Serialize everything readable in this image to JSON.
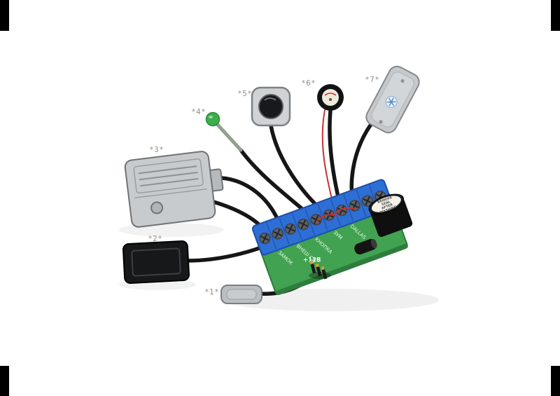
{
  "components": [
    {
      "label": "*1*"
    },
    {
      "label": "*2*"
    },
    {
      "label": "*3*"
    },
    {
      "label": "*4*"
    },
    {
      "label": "*5*"
    },
    {
      "label": "*6*"
    },
    {
      "label": "*7*"
    }
  ],
  "board": {
    "terminal_labels": [
      "ЗАМОК",
      "ВНЕШ СД",
      "КНОПКА",
      "ЗУМ",
      "DALLAS"
    ],
    "power_label": "+12В",
    "capacitor_sticker_lines": [
      "REMOVE",
      "SEAL",
      "AFTER",
      "WASHING"
    ]
  },
  "colors": {
    "background": "#ffffff",
    "wire_black": "#161616",
    "wire_red": "#c83232",
    "board_green": "#41a251",
    "board_edge": "#2c7a3a",
    "terminal_blue": "#2e6fd6",
    "probe_green": "#3cae4c",
    "corner_mark": "#000000"
  }
}
